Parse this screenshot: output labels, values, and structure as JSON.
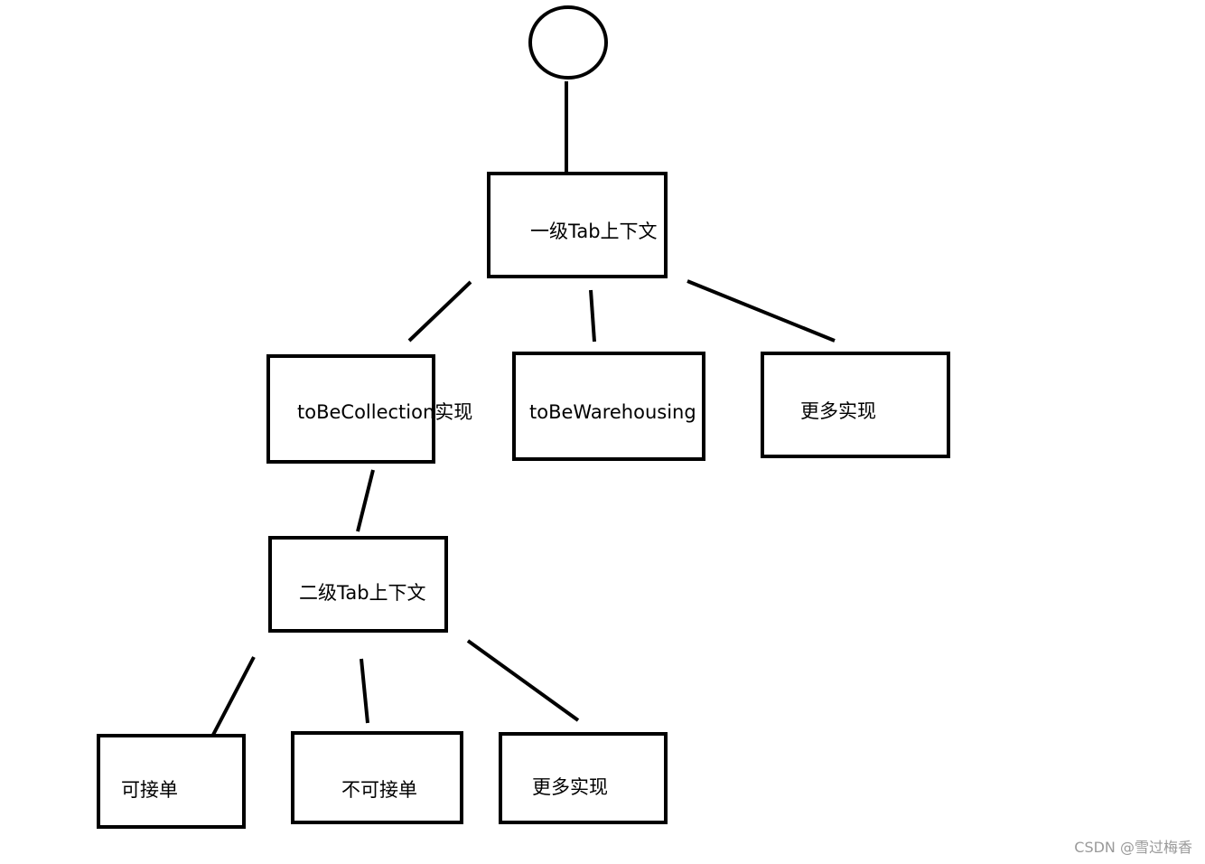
{
  "diagram": {
    "root": {
      "label": ""
    },
    "nodes": {
      "level1_context": "一级Tab上下文",
      "to_be_collection": "toBeCollection实现",
      "to_be_warehousing": "toBeWarehousing",
      "more_impl_top": "更多实现",
      "level2_context": "二级Tab上下文",
      "can_accept": "可接单",
      "cannot_accept": "不可接单",
      "more_impl_bottom": "更多实现"
    }
  },
  "watermark": "CSDN @雪过梅香"
}
